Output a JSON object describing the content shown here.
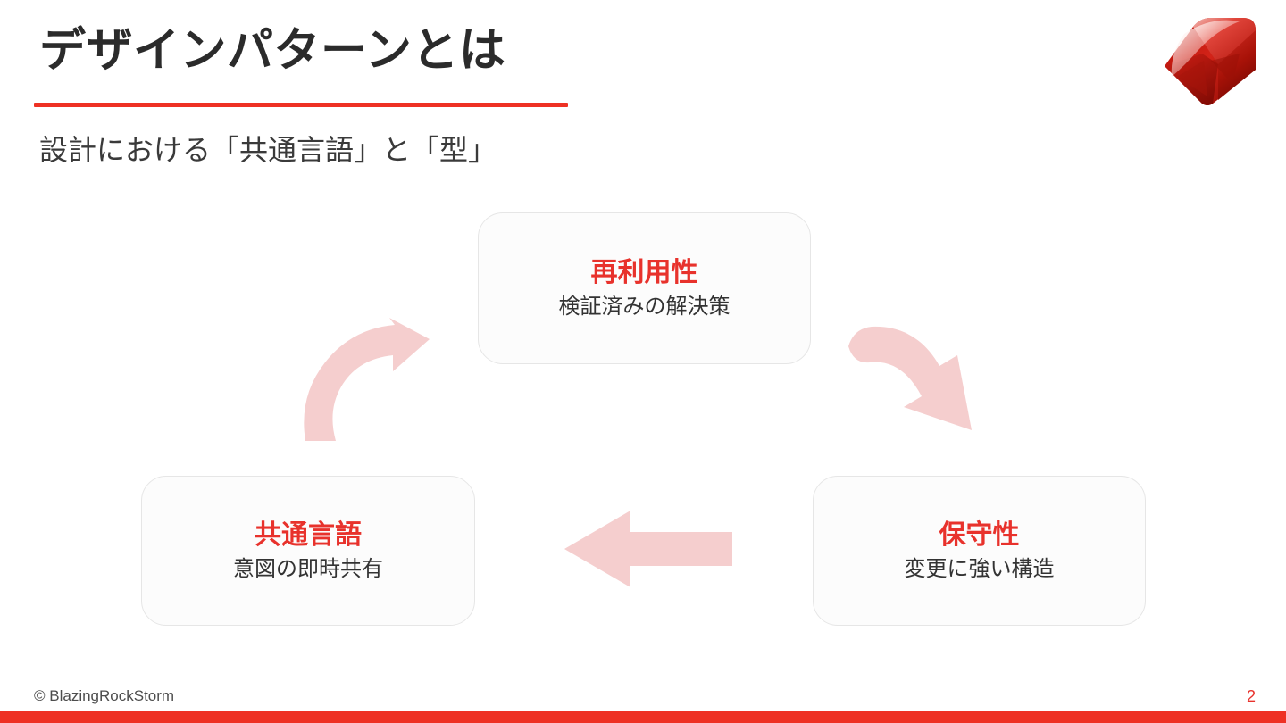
{
  "slide": {
    "title": "デザインパターンとは",
    "subtitle": "設計における「共通言語」と「型」",
    "accent_color": "#EE3124",
    "title_color": "#2b2b2b",
    "background_color": "#ffffff"
  },
  "logo": {
    "name": "ruby-gem-logo",
    "colors": {
      "bright": "#E8453C",
      "mid": "#C8201A",
      "dark": "#9B1006",
      "highlight": "#F6A49E"
    }
  },
  "cycle": {
    "arrow_color": "#F5CECE",
    "nodes": [
      {
        "id": "reuse",
        "title": "再利用性",
        "description": "検証済みの解決策"
      },
      {
        "id": "maintainability",
        "title": "保守性",
        "description": "変更に強い構造"
      },
      {
        "id": "common-language",
        "title": "共通言語",
        "description": "意図の即時共有"
      }
    ],
    "arrows": [
      {
        "id": "reuse-to-maintainability",
        "shape": "curved",
        "direction": "down-right"
      },
      {
        "id": "maintainability-to-common-language",
        "shape": "straight",
        "direction": "left"
      },
      {
        "id": "common-language-to-reuse",
        "shape": "curved",
        "direction": "up-right"
      }
    ]
  },
  "footer": {
    "copyright": "© BlazingRockStorm",
    "page_number": "2"
  }
}
